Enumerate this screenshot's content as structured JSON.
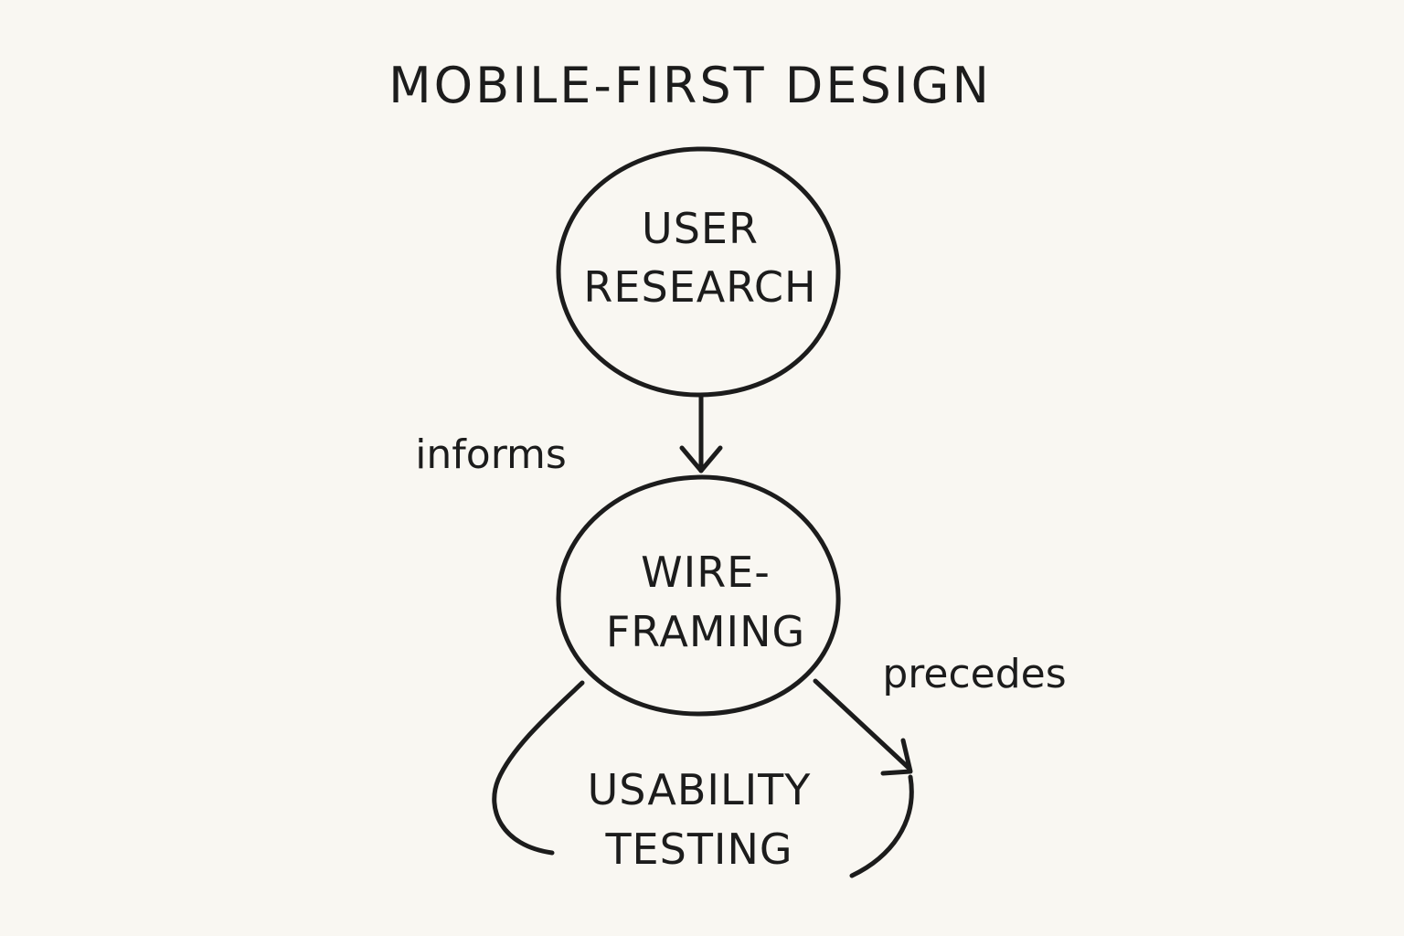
{
  "title": "MOBILE-FIRST DESIGN",
  "nodes": {
    "user_research": {
      "line1": "USER",
      "line2": "RESEARCH",
      "fill": "#ffffff"
    },
    "wireframing": {
      "line1": "WIRE-",
      "line2": "FRAMING",
      "fill": "#f7d95a"
    },
    "usability_testing": {
      "line1": "USABILITY",
      "line2": "TESTING"
    }
  },
  "edges": {
    "informs": "informs",
    "precedes": "precedes"
  },
  "colors": {
    "background": "#f9f7f2",
    "ink": "#1c1c1c",
    "highlight": "#f7d95a"
  }
}
